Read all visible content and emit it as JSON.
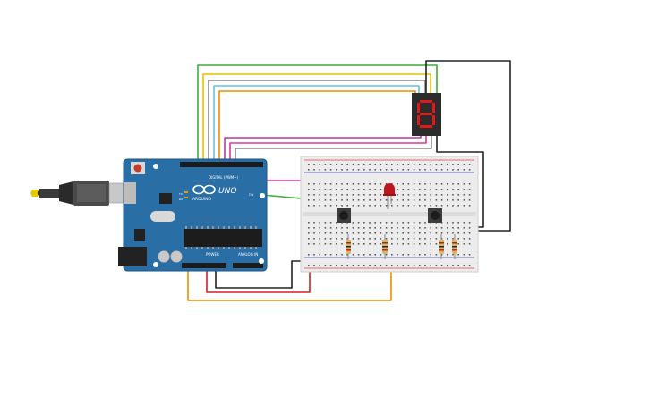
{
  "board": {
    "brand": "ARDUINO",
    "model": "UNO",
    "digital_label": "DIGITAL (PWM~)",
    "power_label": "POWER",
    "analog_label": "ANALOG IN",
    "on_label": "ON",
    "tx_label": "TX",
    "rx_label": "RX"
  },
  "display": {
    "digit": "8"
  },
  "colors": {
    "board_blue": "#2a6ea6",
    "wire_green": "#3cae3a",
    "wire_yellow": "#e6c400",
    "wire_cyan": "#5ec4e0",
    "wire_orange": "#f08c00",
    "wire_purple": "#b03cb0",
    "wire_magenta": "#d63aa0",
    "wire_gray": "#8a8a8a",
    "wire_black": "#222222",
    "wire_red": "#d42020",
    "led_red": "#c0141c",
    "segment_red": "#e01a1a"
  },
  "icons": [
    "usb-connector-icon",
    "power-jack-icon",
    "reset-button-icon",
    "pushbutton-icon",
    "led-icon",
    "resistor-icon"
  ]
}
